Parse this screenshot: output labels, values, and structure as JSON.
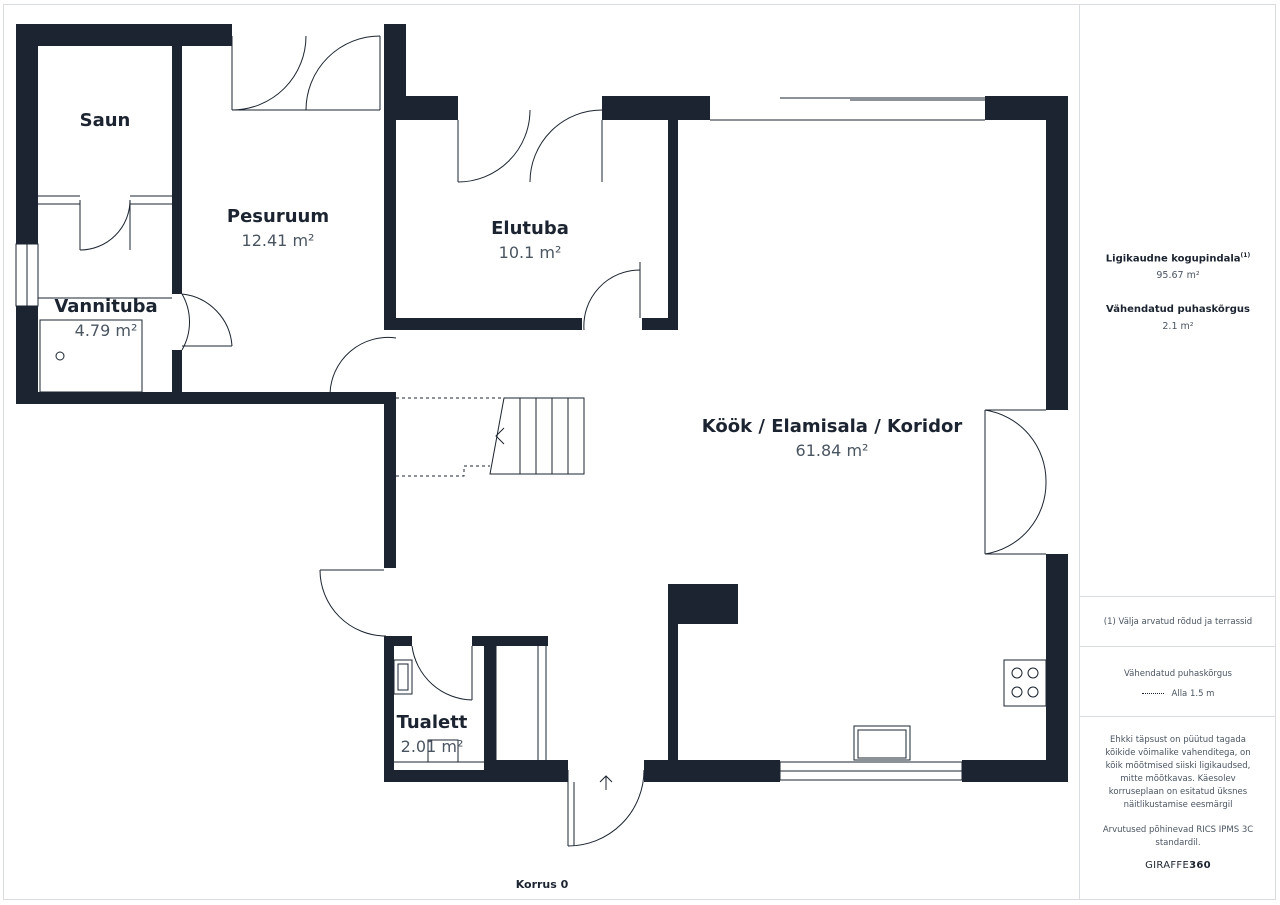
{
  "floor": {
    "label": "Korrus 0",
    "rooms": [
      {
        "id": "saun",
        "name": "Saun",
        "area": ""
      },
      {
        "id": "pesuruum",
        "name": "Pesuruum",
        "area": "12.41 m²"
      },
      {
        "id": "elutuba",
        "name": "Elutuba",
        "area": "10.1 m²"
      },
      {
        "id": "vannituba",
        "name": "Vannituba",
        "area": "4.79 m²"
      },
      {
        "id": "kook",
        "name": "Köök / Elamisala / Koridor",
        "area": "61.84 m²"
      },
      {
        "id": "tualett",
        "name": "Tualett",
        "area": "2.01 m²"
      }
    ]
  },
  "sidebar": {
    "total_label": "Ligikaudne kogupindala",
    "total_sup": "(1)",
    "total_value": "95.67 m²",
    "reduced_label": "Vähendatud puhaskõrgus",
    "reduced_value": "2.1 m²",
    "footnote": "(1) Välja arvatud rõdud ja terrassid",
    "legend_title": "Vähendatud puhaskõrgus",
    "legend_item": "Alla 1.5 m",
    "disclaimer": "Ehkki täpsust on püütud tagada kõikide võimalike vahenditega, on kõik mõõtmised siiski ligikaudsed, mitte mõõtkavas. Käesolev korruseplaan on esitatud üksnes näitlikustamise eesmärgil",
    "standard": "Arvutused põhinevad RICS IPMS 3C standardil.",
    "brand_a": "GIRAFFE",
    "brand_b": "360"
  },
  "colors": {
    "wall": "#1b2430",
    "text": "#1b2430",
    "muted": "#4a5562",
    "border": "#d9dde2"
  }
}
